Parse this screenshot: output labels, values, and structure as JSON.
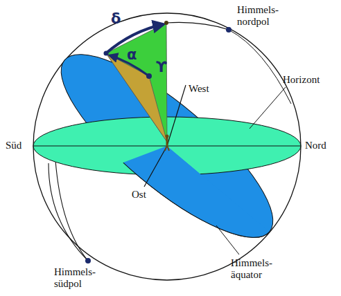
{
  "diagram": {
    "labels": [
      "Himmels- nordpol",
      "Horizont",
      "West",
      "Süd",
      "Nord",
      "Ost",
      "Himmels- südpol",
      "Himmels- äquator",
      "δ",
      "α",
      "ϒ"
    ]
  }
}
